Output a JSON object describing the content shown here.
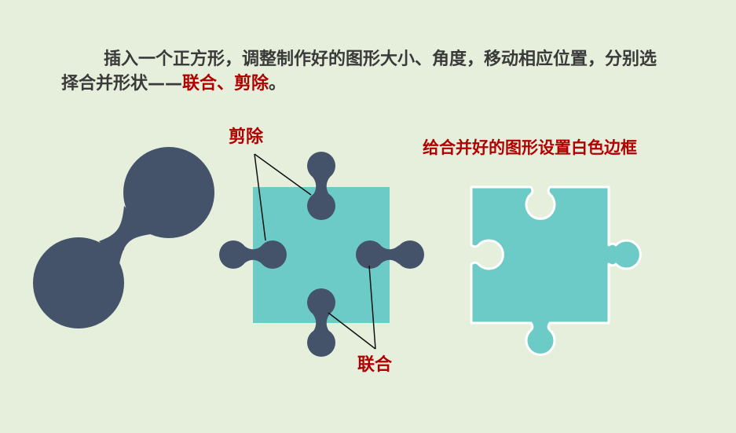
{
  "instruction": {
    "text_plain": "插入一个正方形，调整制作好的图形大小、角度，移动相应位置，分别选择合并形状——",
    "text_highlight": "联合、剪除",
    "text_end": "。"
  },
  "callouts": {
    "cut": "剪除",
    "union": "联合",
    "border_note": "给合并好的图形设置白色边框"
  },
  "colors": {
    "background": "#e5efdb",
    "shape_dark": "#44536a",
    "shape_teal": "#6ccbc6",
    "accent_red": "#b00000",
    "border_white": "#ffffff",
    "text_dark": "#3a3a3a"
  }
}
